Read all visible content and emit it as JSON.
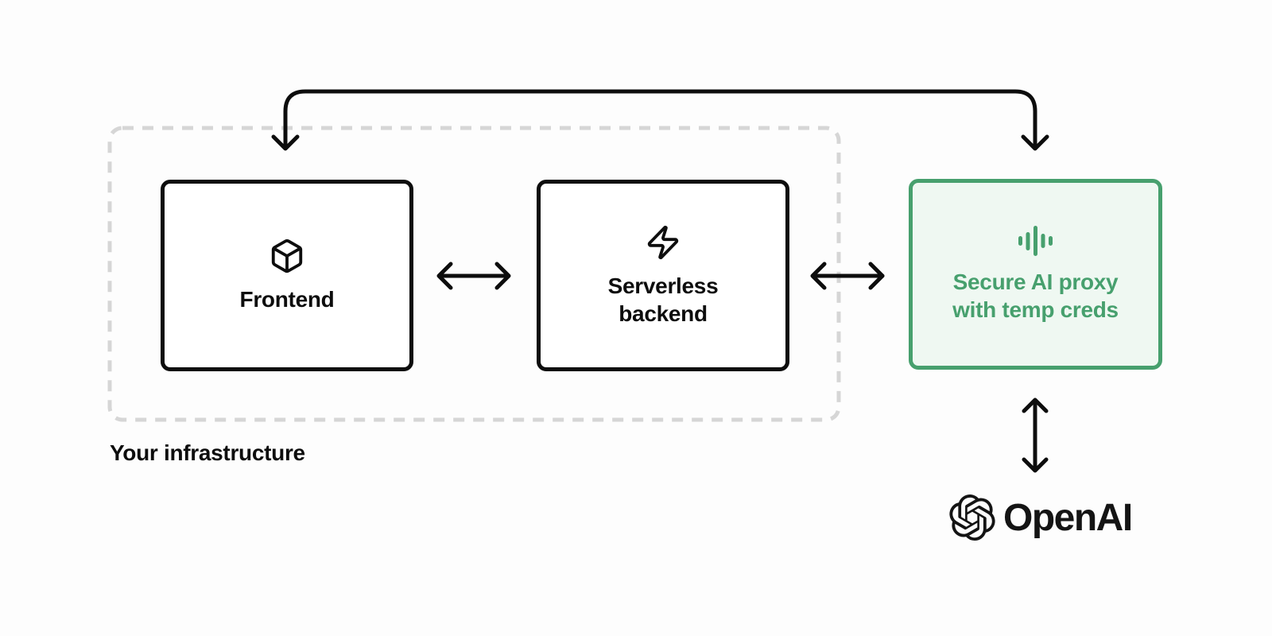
{
  "diagram": {
    "your_infrastructure_label": "Your infrastructure",
    "frontend": {
      "label": "Frontend",
      "icon": "box-icon"
    },
    "backend": {
      "lines": [
        "Serverless",
        "backend"
      ],
      "icon": "zap-icon"
    },
    "proxy": {
      "lines": [
        "Secure AI proxy",
        "with temp creds"
      ],
      "icon": "audio-waveform-icon"
    },
    "openai": {
      "label": "OpenAI",
      "icon": "openai-logo-icon"
    },
    "colors": {
      "black": "#0d0d0d",
      "green_accent": "#47a06e",
      "green_background": "#eff8f2",
      "boundary_gray": "#d6d6d6"
    }
  }
}
